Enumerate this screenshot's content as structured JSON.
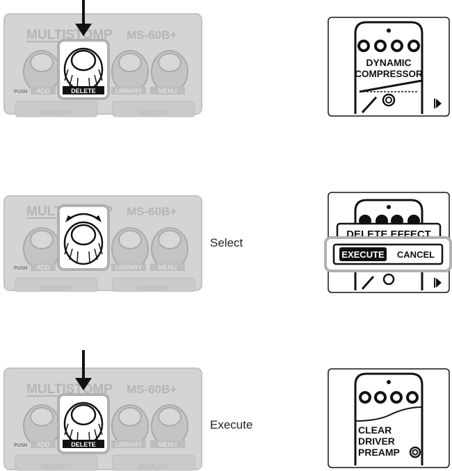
{
  "pedal": {
    "brand": "MULTISTOMP",
    "model": "MS-60B+",
    "push_label": "PUSH",
    "add_label": "ADD",
    "delete_label": "DELETE",
    "library_label": "LIBRARY",
    "menu_label": "MENU",
    "memory_label": "MEMORY"
  },
  "steps": [
    {
      "caption": "",
      "screen": {
        "line1": "DYNAMIC",
        "line2": "COMPRESSOR"
      }
    },
    {
      "caption": "Select",
      "screen": {
        "title": "DELETE EFFECT",
        "execute": "EXECUTE",
        "cancel": "CANCEL"
      }
    },
    {
      "caption": "Execute",
      "screen": {
        "line1": "CLEAR",
        "line2": "DRIVER",
        "line3": "PREAMP"
      }
    }
  ],
  "colors": {
    "highlight": "#b5b5b5",
    "pedal_body": "#cfcfcf",
    "pedal_text": "#b8b8b8",
    "lcd_ink": "#000000"
  }
}
